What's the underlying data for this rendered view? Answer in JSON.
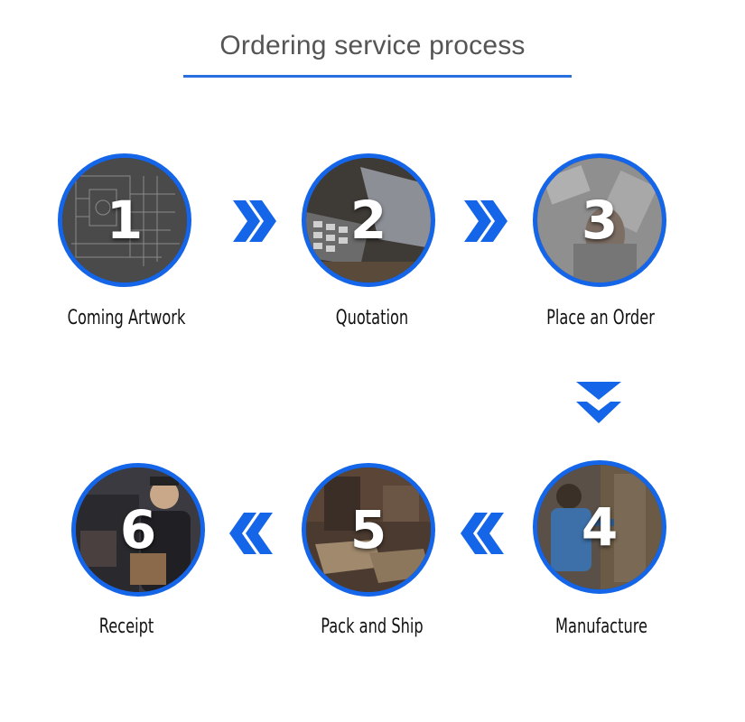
{
  "title": "Ordering service process",
  "colors": {
    "accent": "#1565e8",
    "title_text": "#555555",
    "label_text": "#111111"
  },
  "steps": [
    {
      "number": "1",
      "label": "Coming Artwork"
    },
    {
      "number": "2",
      "label": "Quotation"
    },
    {
      "number": "3",
      "label": "Place an Order"
    },
    {
      "number": "4",
      "label": "Manufacture"
    },
    {
      "number": "5",
      "label": "Pack and Ship"
    },
    {
      "number": "6",
      "label": "Receipt"
    }
  ],
  "arrows": [
    "double-chevron-right-icon",
    "double-chevron-right-icon",
    "double-chevron-down-icon",
    "double-chevron-left-icon",
    "double-chevron-left-icon"
  ]
}
